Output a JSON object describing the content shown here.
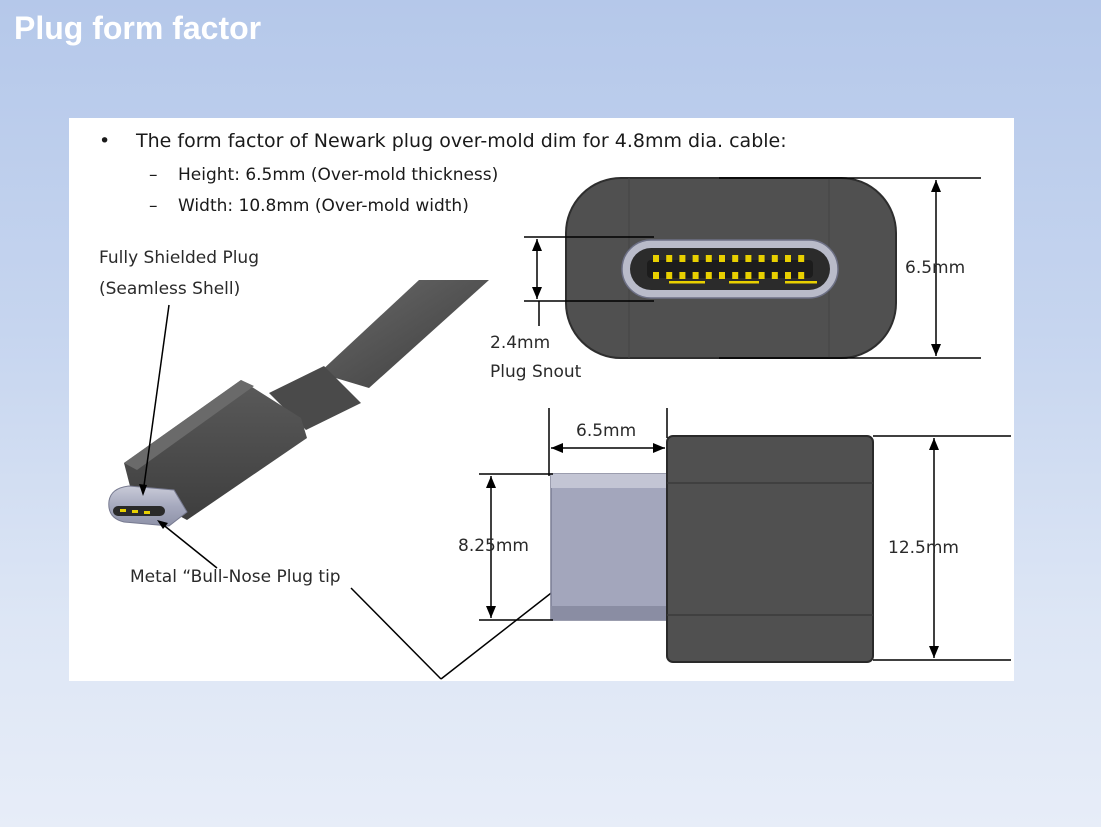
{
  "slide": {
    "title": "Plug form factor"
  },
  "figure": {
    "bullet_marker": "•",
    "bullet_text": "The form factor of Newark plug over-mold dim for 4.8mm dia. cable:",
    "sub_marker": "–",
    "sub_items": [
      "Height: 6.5mm (Over-mold thickness)",
      "Width: 10.8mm (Over-mold width)"
    ],
    "labels": {
      "fully_shielded_1": "Fully Shielded Plug",
      "fully_shielded_2": "(Seamless Shell)",
      "snout_dim": "2.4mm",
      "snout_name": "Plug Snout",
      "height_dim": "6.5mm",
      "snout_length_dim": "6.5mm",
      "snout_width_dim": "8.25mm",
      "overmold_width_dim": "12.5mm",
      "bull_nose": "Metal “Bull-Nose Plug tip"
    },
    "colors": {
      "overmold": "#505050",
      "overmold_dark": "#2e2e2e",
      "metal_shell": "#a3a6bc",
      "contact_gold": "#e8d000",
      "dimension_line": "#000000"
    }
  }
}
